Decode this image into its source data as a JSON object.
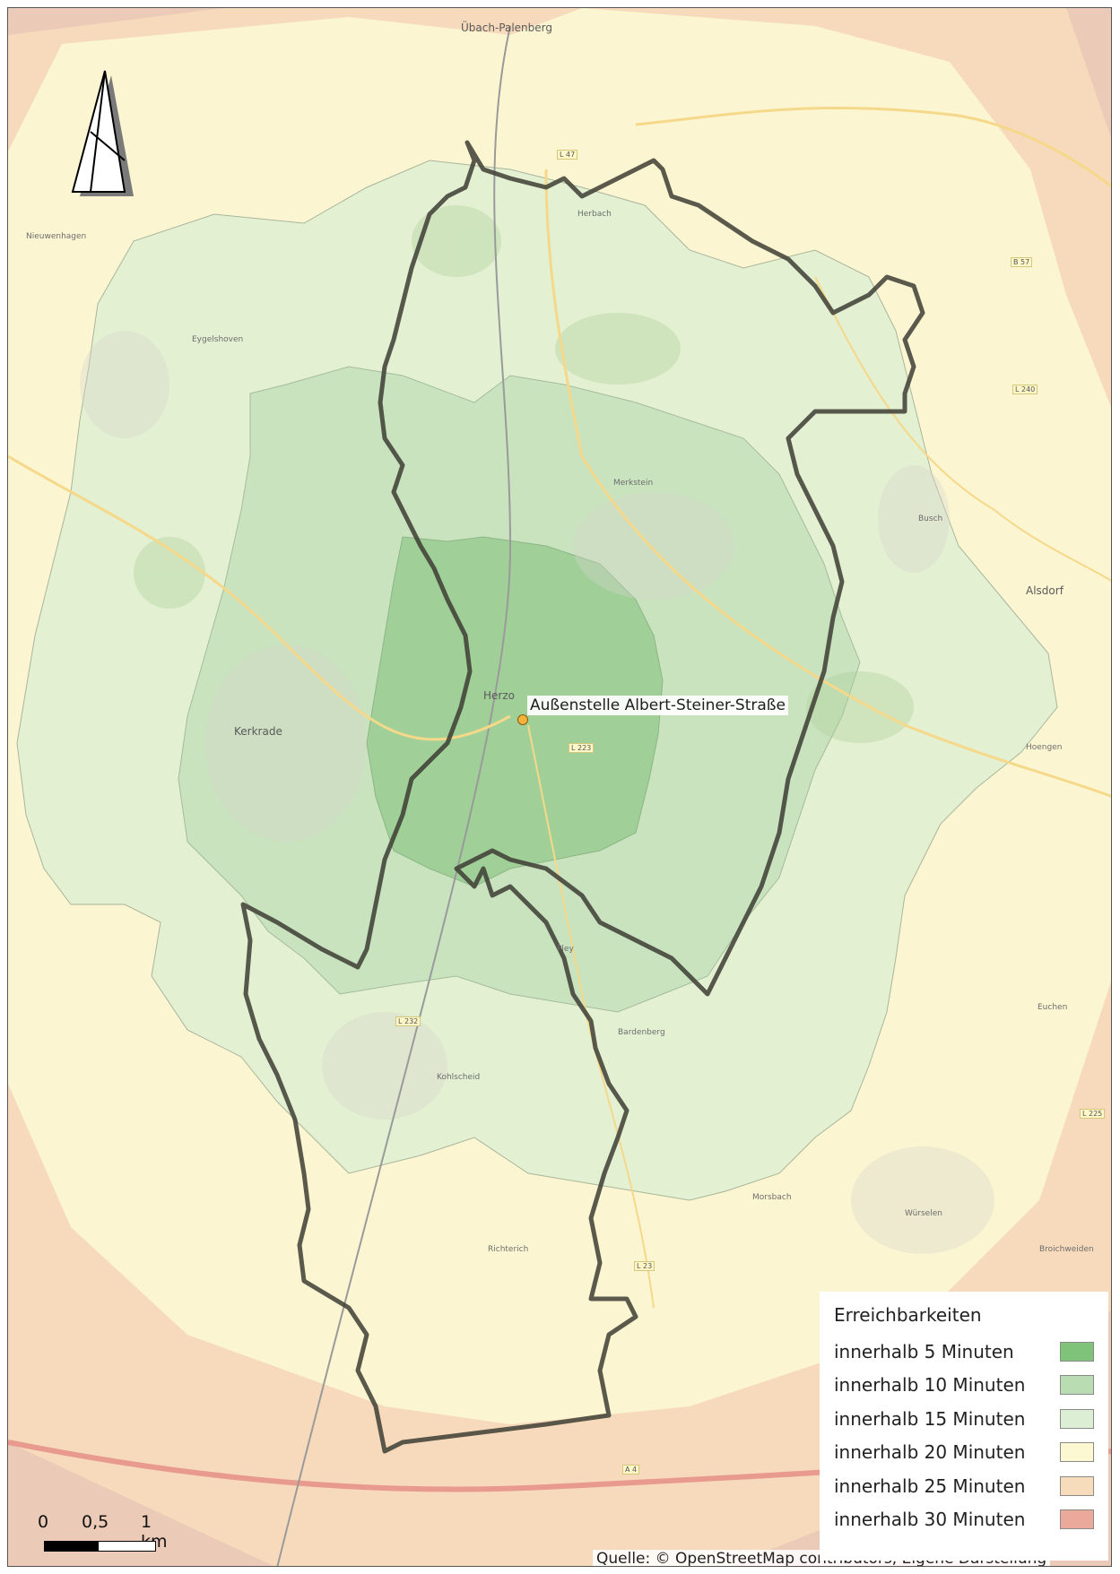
{
  "poi": {
    "label": "Außenstelle Albert-Steiner-Straße"
  },
  "legend": {
    "title": "Erreichbarkeiten",
    "items": [
      {
        "label": "innerhalb 5 Minuten",
        "color": "#7fc27a"
      },
      {
        "label": "innerhalb 10 Minuten",
        "color": "#b9dcb3"
      },
      {
        "label": "innerhalb 15 Minuten",
        "color": "#dceed3"
      },
      {
        "label": "innerhalb 20 Minuten",
        "color": "#fbf8d2"
      },
      {
        "label": "innerhalb 25 Minuten",
        "color": "#f7dcbb"
      },
      {
        "label": "innerhalb 30 Minuten",
        "color": "#eaa99a"
      }
    ]
  },
  "scalebar": {
    "labels": [
      "0",
      "0,5",
      "1 km"
    ]
  },
  "source": "Quelle: © OpenStreetMap contributors, Eigene Darstellung",
  "places": {
    "ubach": "Übach-Palenberg",
    "alsdorf": "Alsdorf",
    "kerkrade": "Kerkrade",
    "herzogenrath": "Herzo",
    "merkstein": "Merkstein",
    "herbach": "Herbach",
    "busch": "Busch",
    "kohlscheid": "Kohlscheid",
    "richterich": "Richterich",
    "morsbach": "Morsbach",
    "wuerselen": "Würselen",
    "neuwerkhaven": "Nieuwenhagen",
    "eygelshoven": "Eygelshoven",
    "boxtel": "Bardenberg",
    "pley": "Pley",
    "eschweiler": "Euchen",
    "hoengen": "Hoengen",
    "broichweiden": "Broichweiden"
  },
  "roads": {
    "l47": "L 47",
    "b57": "B 57",
    "l225": "L 225",
    "l232": "L 232",
    "l223": "L 223",
    "a4": "A 4",
    "l240": "L 240",
    "l23": "L 23"
  }
}
